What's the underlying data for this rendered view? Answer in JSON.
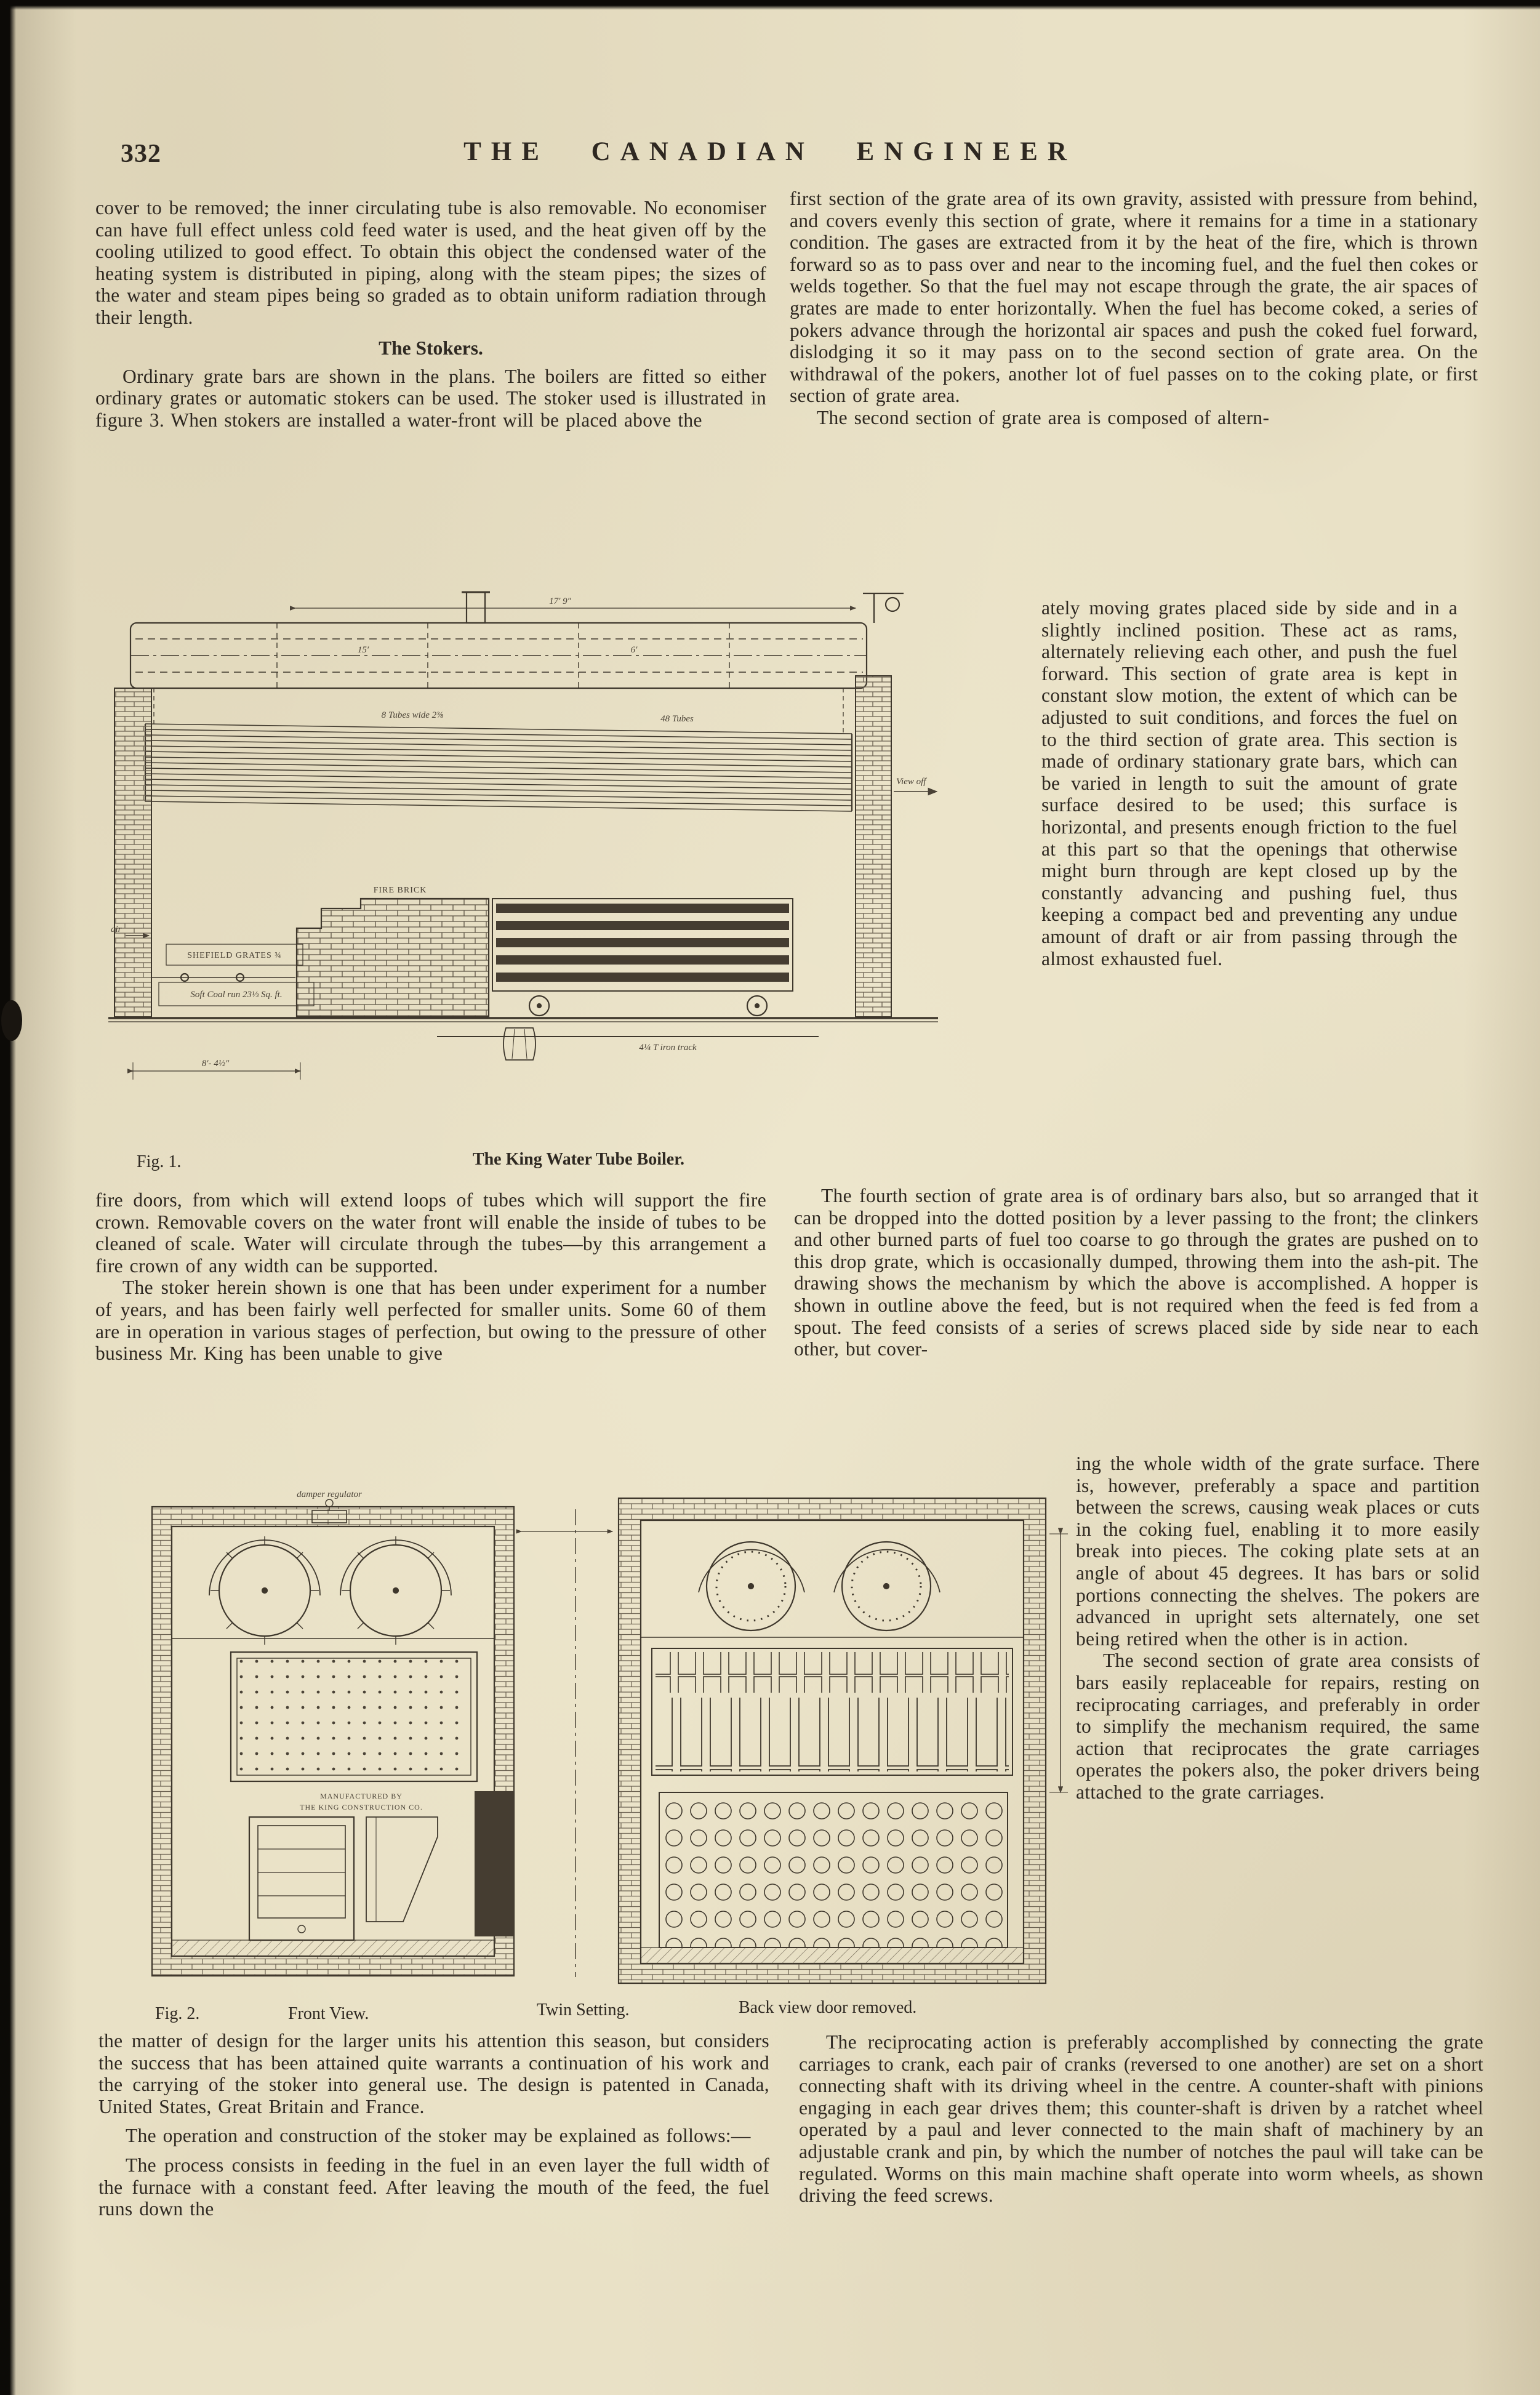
{
  "colors": {
    "paper": "#e9e1c6",
    "ink": "#2e2821"
  },
  "page": {
    "number": "332",
    "title": "THE CANADIAN ENGINEER"
  },
  "left_top": {
    "para1": "cover to be removed; the inner circulating tube is also removable. No economiser can have full effect unless cold feed water is used, and the heat given off by the cooling utilized to good effect. To obtain this object the condensed water of the heating system is distributed in piping, along with the steam pipes; the sizes of the water and steam pipes being so graded as to obtain uniform radiation through their length.",
    "heading": "The Stokers.",
    "para2": "Ordinary grate bars are shown in the plans. The boilers are fitted so either ordinary grates or automatic stokers can be used. The stoker used is illustrated in figure 3. When stokers are installed a water-front will be placed above the"
  },
  "right_top": {
    "para1": "first section of the grate area of its own gravity, assisted with pressure from behind, and covers evenly this section of grate, where it remains for a time in a stationary condition. The gases are extracted from it by the heat of the fire, which is thrown forward so as to pass over and near to the incoming fuel, and the fuel then cokes or welds together. So that the fuel may not escape through the grate, the air spaces of grates are made to enter horizontally. When the fuel has become coked, a series of pokers advance through the horizontal air spaces and push the coked fuel forward, dislodging it so it may pass on to the second section of grate area. On the withdrawal of the pokers, another lot of fuel passes on to the coking plate, or first section of grate area.",
    "para2_lead": "The second section of grate area is composed of altern-"
  },
  "right_fig1_side": {
    "para2_rest": "ately moving grates placed side by side and in a slightly inclined position. These act as rams, alternately relieving each other, and push the fuel forward. This section of grate area is kept in constant slow motion, the extent of which can be adjusted to suit conditions, and forces the fuel on to the third section of grate area. This section is made of ordinary stationary grate bars, which can be varied in length to suit the amount of grate surface desired to be used; this surface is horizontal, and presents enough friction to the fuel at this part so that the openings that otherwise might burn through are kept closed up by the constantly advancing and pushing fuel, thus keeping a compact bed and preventing any undue amount of draft or air from passing through the almost exhausted fuel."
  },
  "fig1": {
    "label": "Fig. 1.",
    "caption": "The King Water Tube Boiler.",
    "annotations": {
      "dim_top": "17′ 9″",
      "dim_mid": "15′",
      "dim_mid2": "6′",
      "tubes": "8 Tubes wide 2⅜",
      "tubes2": "48 Tubes",
      "view_off": "View off",
      "fire_brick": "FIRE BRICK",
      "grates": "SHEFIELD GRATES ¾",
      "coal": "Soft Coal run 23⅓ Sq. ft.",
      "air": "air",
      "track": "4¼ T iron track",
      "dim_bottom": "8′- 4½″"
    }
  },
  "left_mid": {
    "para1": "fire doors, from which will extend loops of tubes which will support the fire crown. Removable covers on the water front will enable the inside of tubes to be cleaned of scale. Water will circulate through the tubes—by this arrangement a fire crown of any width can be supported.",
    "para2": "The stoker herein shown is one that has been under experiment for a number of years, and has been fairly well perfected for smaller units. Some 60 of them are in operation in various stages of perfection, but owing to the pressure of other business Mr. King has been unable to give"
  },
  "right_mid": {
    "para1": "The fourth section of grate area is of ordinary bars also, but so arranged that it can be dropped into the dotted position by a lever passing to the front; the clinkers and other burned parts of fuel too coarse to go through the grates are pushed on to this drop grate, which is occasionally dumped, throwing them into the ash-pit. The drawing shows the mechanism by which the above is accomplished. A hopper is shown in outline above the feed, but is not required when the feed is fed from a spout. The feed consists of a series of screws placed side by side near to each other, but cover-"
  },
  "right_fig2_side": {
    "para1_rest": "ing the whole width of the grate surface. There is, however, preferably a space and partition between the screws, causing weak places or cuts in the coking fuel, enabling it to more easily break into pieces. The coking plate sets at an angle of about 45 degrees. It has bars or solid portions connecting the shelves. The pokers are advanced in upright sets alternately, one set being retired when the other is in action.",
    "para2": "The second section of grate area consists of bars easily replaceable for repairs, resting on reciprocating carriages, and preferably in order to simplify the mechanism required, the same action that reciprocates the grate carriages operates the pokers also, the poker drivers being attached to the grate carriages."
  },
  "fig2": {
    "label": "Fig. 2.",
    "caption_front": "Front View.",
    "caption_twin": "Twin Setting.",
    "caption_back": "Back view door removed.",
    "annotations": {
      "damper": "damper regulator",
      "maker1": "MANUFACTURED BY",
      "maker2": "THE KING CONSTRUCTION CO."
    }
  },
  "left_bottom": {
    "para1": "the matter of design for the larger units his attention this season, but considers the success that has been attained quite warrants a continuation of his work and the carrying of the stoker into general use. The design is patented in Canada, United States, Great Britain and France.",
    "para2": "The operation and construction of the stoker may be explained as follows:—",
    "para3": "The process consists in feeding in the fuel in an even layer the full width of the furnace with a constant feed. After leaving the mouth of the feed, the fuel runs down the"
  },
  "right_bottom": {
    "para1": "The reciprocating action is preferably accomplished by connecting the grate carriages to crank, each pair of cranks (reversed to one another) are set on a short connecting shaft with its driving wheel in the centre. A counter-shaft with pinions engaging in each gear drives them; this counter-shaft is driven by a ratchet wheel operated by a paul and lever connected to the main shaft of machinery by an adjustable crank and pin, by which the number of notches the paul will take can be regulated. Worms on this main machine shaft operate into worm wheels, as shown driving the feed screws."
  }
}
